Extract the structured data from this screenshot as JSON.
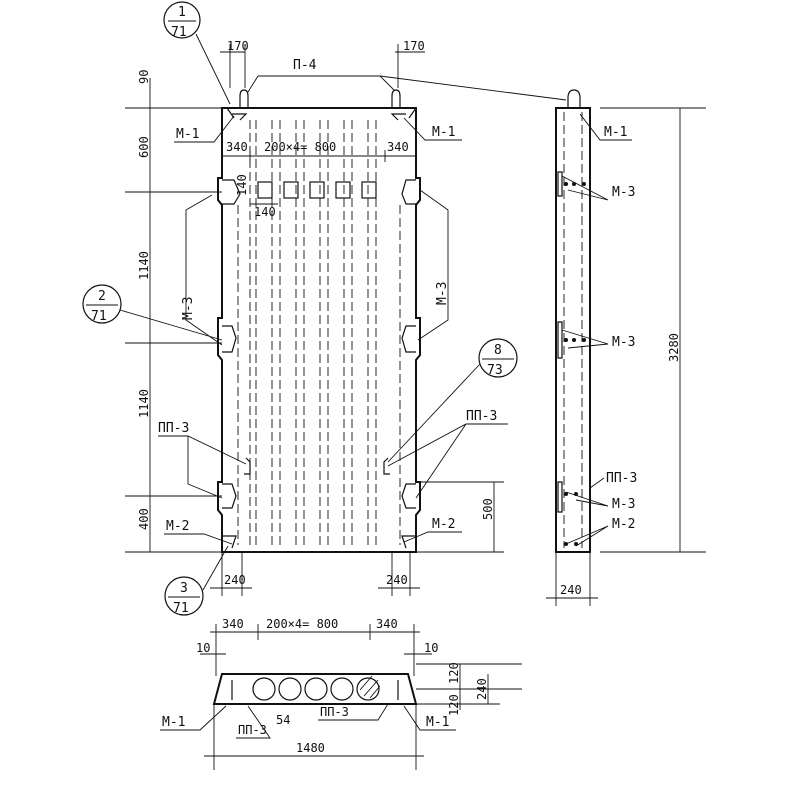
{
  "callouts": [
    {
      "num": "1",
      "sheet": "71"
    },
    {
      "num": "2",
      "sheet": "71"
    },
    {
      "num": "3",
      "sheet": "71"
    },
    {
      "num": "8",
      "sheet": "73"
    }
  ],
  "labels": {
    "p4": "П-4",
    "m1": "М-1",
    "m2": "М-2",
    "m3": "М-3",
    "pp3": "ПП-3"
  },
  "dims": {
    "d170": "170",
    "d90": "90",
    "d600": "600",
    "d1140": "1140",
    "d400": "400",
    "d500": "500",
    "d340": "340",
    "d200x4": "200×4= 800",
    "d140": "140",
    "d240": "240",
    "d3280": "3280",
    "d10": "10",
    "d120": "120",
    "d54": "54",
    "d1480": "1480"
  }
}
